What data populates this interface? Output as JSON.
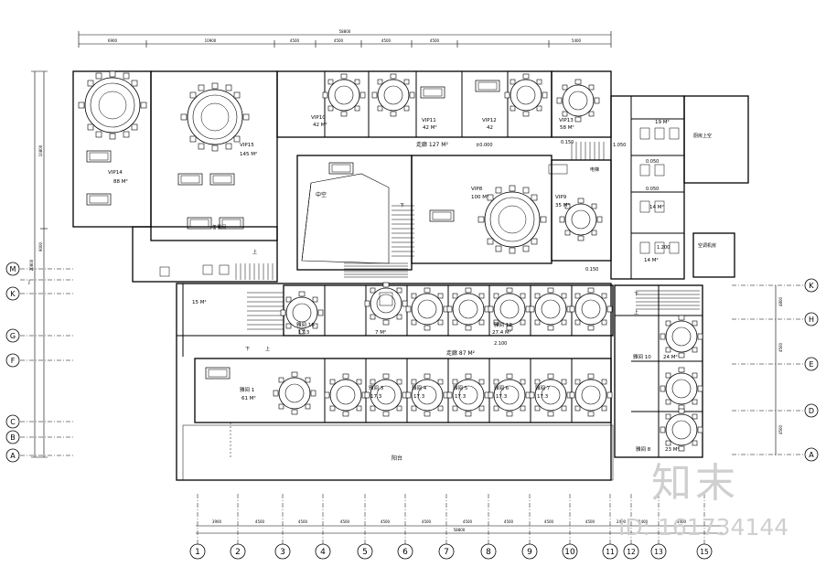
{
  "rooms": {
    "vip14": {
      "name": "VIP14",
      "area": "88 M²"
    },
    "vip15": {
      "name": "VIP15",
      "area": "145 M²"
    },
    "vip10": {
      "name": "VIP10",
      "area": "42 M²"
    },
    "vip11": {
      "name": "VIP11",
      "area": "42 M²"
    },
    "vip12": {
      "name": "VIP12",
      "area": "42"
    },
    "vip13": {
      "name": "VIP13",
      "area": "58 M²"
    },
    "vip8": {
      "name": "VIP8",
      "area": "100 M²"
    },
    "vip9": {
      "name": "VIP9",
      "area": "35 M²"
    },
    "r1": {
      "name": "雅间 1",
      "area": "61 M²"
    },
    "r3": {
      "name": "雅间 3",
      "area": "17.3"
    },
    "r4": {
      "name": "雅间 4",
      "area": "17.3"
    },
    "r5": {
      "name": "雅间 5",
      "area": "17.3"
    },
    "r6": {
      "name": "雅间 6",
      "area": "17.3"
    },
    "r7": {
      "name": "雅间 7",
      "area": "17.3"
    },
    "r8": {
      "name": "雅间 8",
      "area": "23 M²"
    },
    "r10": {
      "name": "雅间 10",
      "area": "24 M²"
    },
    "r12": {
      "name": "雅间 12",
      "area": "27.4 M²"
    },
    "r16": {
      "name": "雅间 16",
      "area": "17.3"
    },
    "small1": {
      "area": "7 M²"
    },
    "small2": {
      "area": "15 M²"
    },
    "wc1": {
      "area": "19 M²"
    },
    "wc2": {
      "area": "14 M²"
    },
    "wc3": {
      "area": "14 M²"
    }
  },
  "labels": {
    "corridor_top": "走廊 127 M²",
    "corridor_bottom": "走廊 87 M²",
    "atrium": "中空",
    "terrace": "阳台",
    "kitchen": "厨房上空",
    "equip": "空调机房",
    "lift": "电梯",
    "service": "备餐间",
    "stair_up": "上",
    "stair_down": "下"
  },
  "levels": {
    "top": "±0.000",
    "a": "0.150",
    "b": "1.050",
    "c": "0.150",
    "d": "2.100",
    "e": "0.050",
    "f": "0.050",
    "g": "1.200"
  },
  "axes": {
    "columns": [
      "1",
      "2",
      "3",
      "4",
      "5",
      "6",
      "7",
      "8",
      "9",
      "10",
      "11",
      "12",
      "13",
      "15"
    ],
    "rows_left": [
      "M",
      "K",
      "J",
      "G",
      "F",
      "C",
      "B",
      "A"
    ],
    "rows_right": [
      "K",
      "H",
      "E",
      "D",
      "A"
    ]
  },
  "dimensions": {
    "top_total": "58800",
    "top": [
      "6900",
      "10900",
      "4500",
      "4500",
      "4500",
      "4500",
      "5400"
    ],
    "bottom_total": "58800",
    "bottom": [
      "3900",
      "4500",
      "4500",
      "4500",
      "4500",
      "4500",
      "4500",
      "4500",
      "4500",
      "4500",
      "2400",
      "2400",
      "3400"
    ],
    "left_total": "20800",
    "left": [
      "10800",
      "9000"
    ],
    "right": [
      "4800",
      "4500",
      "4500"
    ]
  },
  "watermark": {
    "brand": "知末",
    "id": "ID: 161734144"
  }
}
